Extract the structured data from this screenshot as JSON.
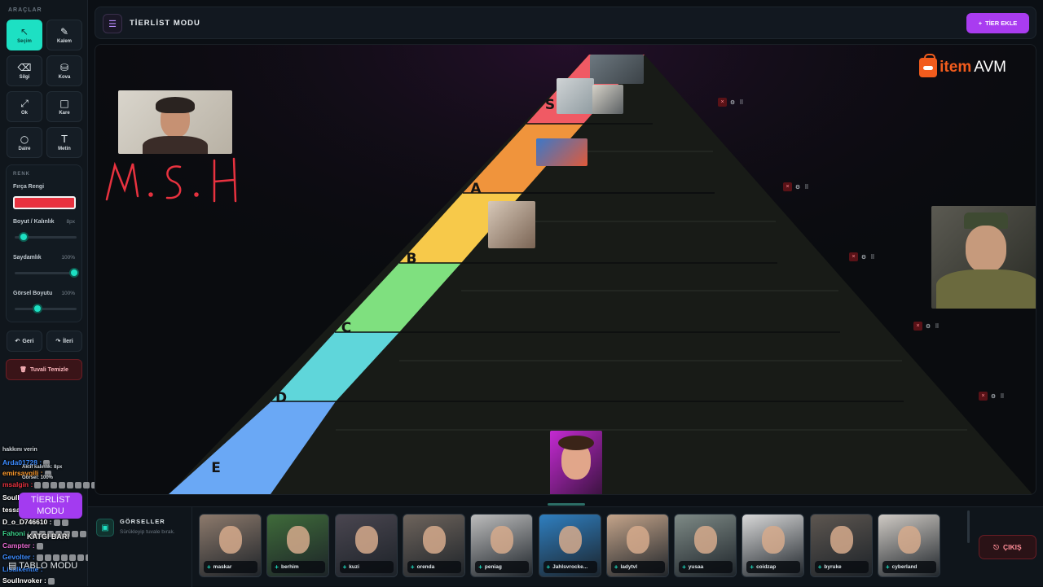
{
  "sidebar": {
    "title": "ARAÇLAR",
    "tools": [
      {
        "label": "Seçim",
        "icon": "cursor-icon",
        "glyph": "↖",
        "active": true
      },
      {
        "label": "Kalem",
        "icon": "pen-icon",
        "glyph": "✎",
        "active": false
      },
      {
        "label": "Silgi",
        "icon": "eraser-icon",
        "glyph": "⌫",
        "active": false
      },
      {
        "label": "Kova",
        "icon": "bucket-icon",
        "glyph": "⛁",
        "active": false
      },
      {
        "label": "Ok",
        "icon": "arrow-icon",
        "glyph": "⤢",
        "active": false
      },
      {
        "label": "Kare",
        "icon": "square-icon",
        "glyph": "□",
        "active": false
      },
      {
        "label": "Daire",
        "icon": "circle-icon",
        "glyph": "○",
        "active": false
      },
      {
        "label": "Metin",
        "icon": "text-icon",
        "glyph": "T",
        "active": false
      }
    ],
    "color_panel": {
      "heading": "RENK",
      "brush_color_label": "Fırça Rengi",
      "brush_color": "#e8323f",
      "size_label": "Boyut / Kalınlık",
      "size_value": "8px",
      "size_level": 0.12,
      "opacity_label": "Saydamlık",
      "opacity_value": "100%",
      "opacity_level": 1.0,
      "image_size_label": "Görsel Boyutu",
      "image_size_value": "100%",
      "image_size_level": 0.35
    },
    "undo_label": "Geri",
    "redo_label": "İleri",
    "clear_label": "Tuvali Temizle"
  },
  "chat": {
    "lines": [
      {
        "user": "hakkını verin",
        "color": "#ffffff",
        "text": ""
      },
      {
        "user": "Arda01728",
        "color": "#3c8cff",
        "text": ":"
      },
      {
        "user": "emirsaygili",
        "color": "#ff9c2e",
        "text": ":"
      },
      {
        "user": "msalgin",
        "color": "#e8323f",
        "text": ":"
      },
      {
        "user": "Soullnvoker",
        "color": "#ffffff",
        "text": ":"
      },
      {
        "user": "tessabey",
        "color": "#ffffff",
        "text": ":"
      },
      {
        "user": "D_o_D746610",
        "color": "#ffffff",
        "text": ":"
      },
      {
        "user": "Fahoni",
        "color": "#3cd28c",
        "text": ":"
      },
      {
        "user": "Campter",
        "color": "#e86ad2",
        "text": ":"
      },
      {
        "user": "Gevolter",
        "color": "#3c8cff",
        "text": ":"
      },
      {
        "user": "Lisalkentte",
        "color": "#3c8cff",
        "text": ":"
      },
      {
        "user": "Soullnvoker",
        "color": "#ffffff",
        "text": ":"
      }
    ],
    "overlay_notes": [
      "Aktif kalınlık: 8px",
      "Görsel: 100%",
      "KATGI BARI"
    ],
    "tierlist_pill": "TİERLİST MODU",
    "tablo_mode": "TABLO MODU"
  },
  "topbar": {
    "title": "TİERLİST MODU",
    "add_tier_label": "TİER EKLE"
  },
  "canvas": {
    "tiers": [
      {
        "label": "S",
        "color": "#f05a64"
      },
      {
        "label": "A",
        "color": "#f0943c"
      },
      {
        "label": "B",
        "color": "#f7c94a"
      },
      {
        "label": "C",
        "color": "#7fe07f"
      },
      {
        "label": "D",
        "color": "#5fd6da"
      },
      {
        "label": "E",
        "color": "#6aa8f5"
      }
    ],
    "handwriting": "M.S.H",
    "handwriting_color": "#e8323f",
    "brand": {
      "item": "item",
      "avm": "AVM"
    }
  },
  "gallery": {
    "title": "GÖRSELLER",
    "subtitle": "Sürükleyip tuvale bırak.",
    "items": [
      {
        "name": "maskar",
        "tone": "#8d7a6c"
      },
      {
        "name": "berhim",
        "tone": "#3f6b3a"
      },
      {
        "name": "kuzi",
        "tone": "#4a4650"
      },
      {
        "name": "orenda",
        "tone": "#6e645c"
      },
      {
        "name": "peniag",
        "tone": "#bcbcbc"
      },
      {
        "name": "Jahlsvrocke...",
        "tone": "#2f7fc0"
      },
      {
        "name": "ladytvl",
        "tone": "#c4a48a"
      },
      {
        "name": "yusaa",
        "tone": "#7e8a86"
      },
      {
        "name": "coidzap",
        "tone": "#d8d8d8"
      },
      {
        "name": "byruke",
        "tone": "#5d5650"
      },
      {
        "name": "cyberland",
        "tone": "#cfcac4"
      }
    ],
    "exit_label": "ÇIKIŞ"
  }
}
